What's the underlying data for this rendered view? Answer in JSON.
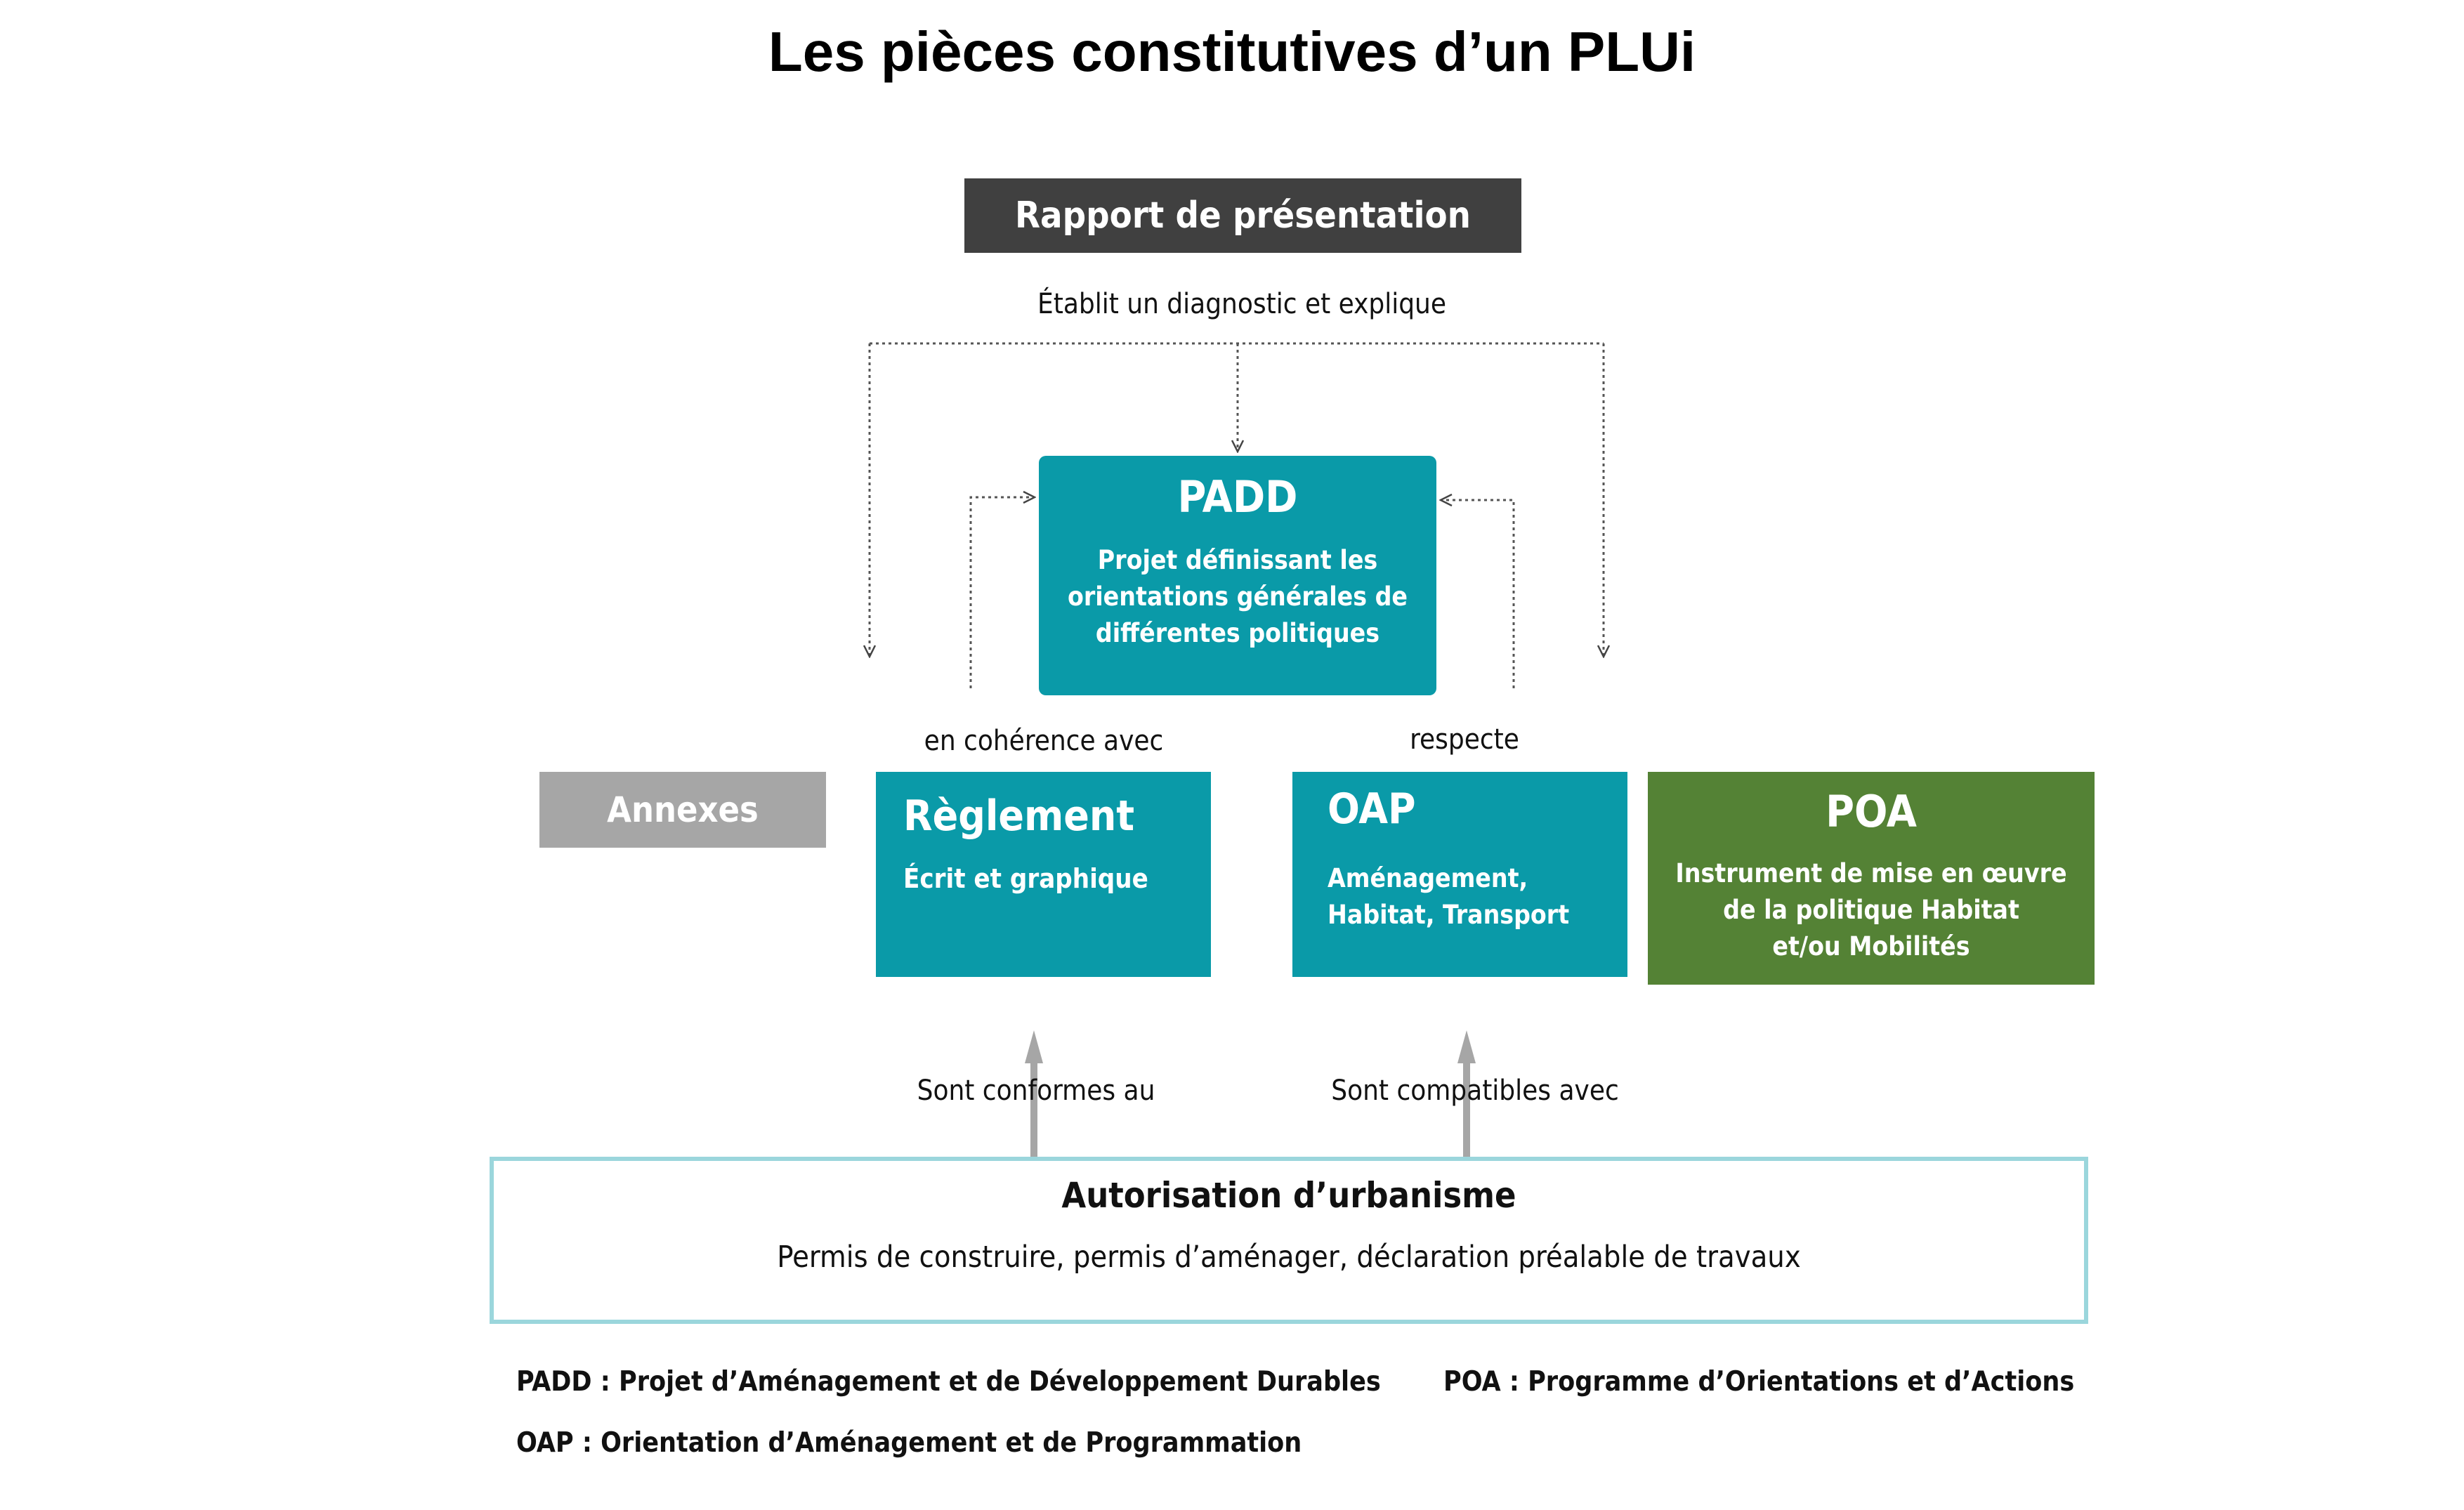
{
  "title": "Les pièces constitutives d’un PLUi",
  "rapport": {
    "label": "Rapport de présentation",
    "relation": "Établit un diagnostic et explique"
  },
  "padd": {
    "title": "PADD",
    "desc_lines": [
      "Projet définissant les",
      "orientations générales de",
      "différentes politiques"
    ]
  },
  "relations": {
    "reglement_to_padd": "en cohérence avec",
    "oap_to_padd": "respecte",
    "auth_to_reglement": "Sont conformes au",
    "auth_to_oap": "Sont compatibles avec"
  },
  "annexes": {
    "label": "Annexes"
  },
  "reglement": {
    "title": "Règlement",
    "desc": "Écrit et graphique"
  },
  "oap": {
    "title": "OAP",
    "desc_lines": [
      "Aménagement,",
      "Habitat, Transport"
    ]
  },
  "poa": {
    "title": "POA",
    "desc_lines": [
      "Instrument de mise en œuvre",
      "de la politique Habitat",
      "et/ou Mobilités"
    ]
  },
  "autorisation": {
    "title": "Autorisation d’urbanisme",
    "desc": "Permis de construire, permis d’aménager, déclaration préalable de travaux"
  },
  "legend": {
    "padd": "PADD : Projet d’Aménagement et de Développement Durables",
    "poa": "POA :  Programme d’Orientations et d’Actions",
    "oap": "OAP : Orientation d’Aménagement et de Programmation"
  },
  "colors": {
    "teal": "#0a9aa8",
    "green": "#548235",
    "grey": "#a6a6a6",
    "dark": "#404040",
    "frame": "#9bd6dc"
  }
}
